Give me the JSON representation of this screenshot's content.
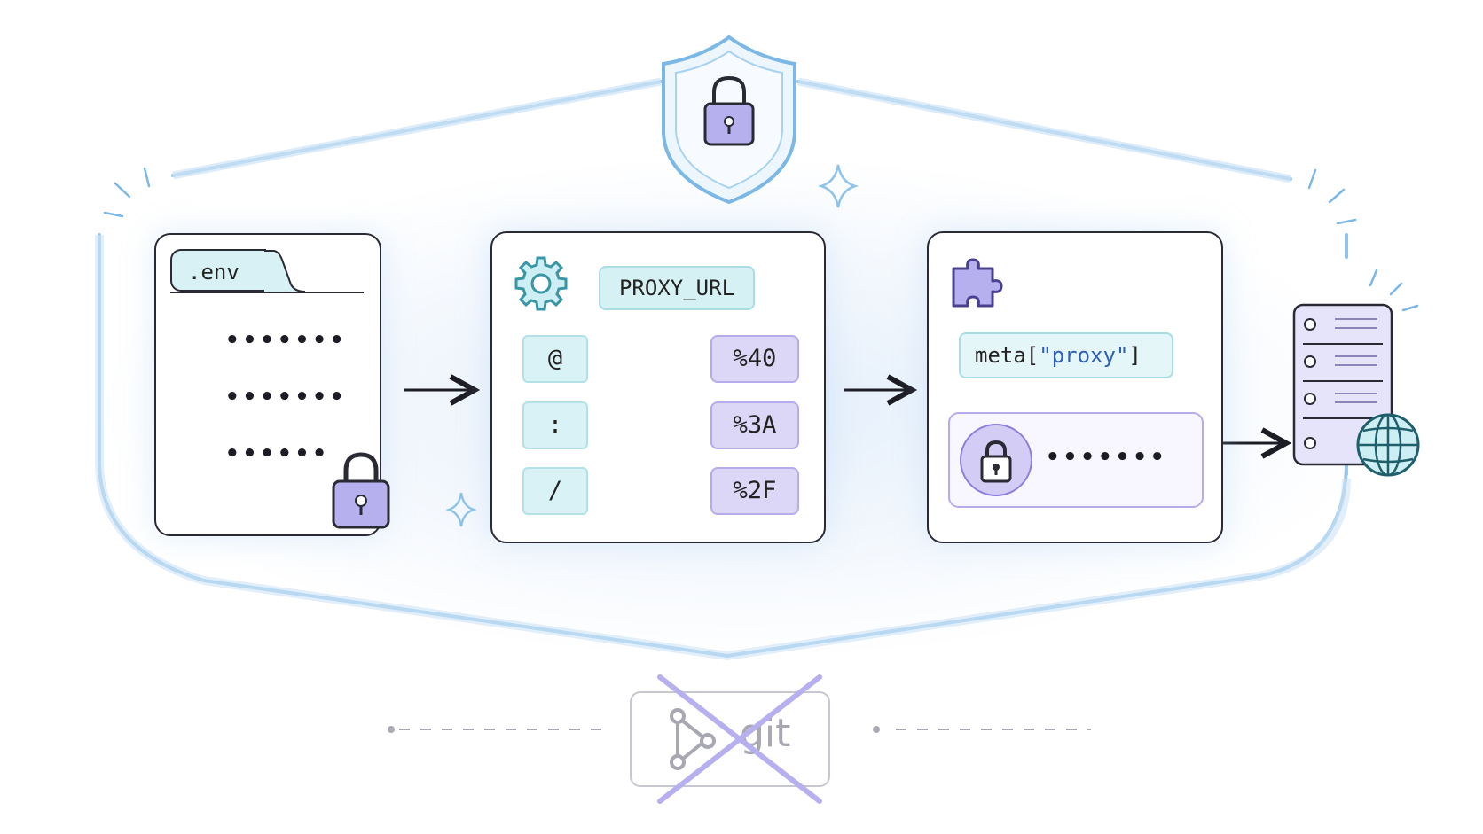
{
  "env_card": {
    "tab_label": ".env",
    "masked_values": [
      "•••••••",
      "•••••••",
      "••••••"
    ]
  },
  "encode_card": {
    "variable_label": "PROXY_URL",
    "mappings": [
      {
        "char": "@",
        "encoded": "%40"
      },
      {
        "char": ":",
        "encoded": "%3A"
      },
      {
        "char": "/",
        "encoded": "%2F"
      }
    ]
  },
  "plugin_card": {
    "meta_prefix": "meta[",
    "meta_key": "\"proxy\"",
    "meta_suffix": "]",
    "masked_value": "•••••••"
  },
  "git": {
    "label": "git",
    "crossed_out": true
  },
  "colors": {
    "shield_blue": "#7cb8e6",
    "lock_purple": "#b6b0ee",
    "teal_fill": "#d8f2f5",
    "purple_fill": "#dcd6f7",
    "key_blue": "#2f5fb5"
  },
  "icons": [
    "shield-lock-icon",
    "lock-icon",
    "gear-icon",
    "puzzle-icon",
    "server-icon",
    "globe-icon",
    "git-icon",
    "sparkle-icon"
  ]
}
